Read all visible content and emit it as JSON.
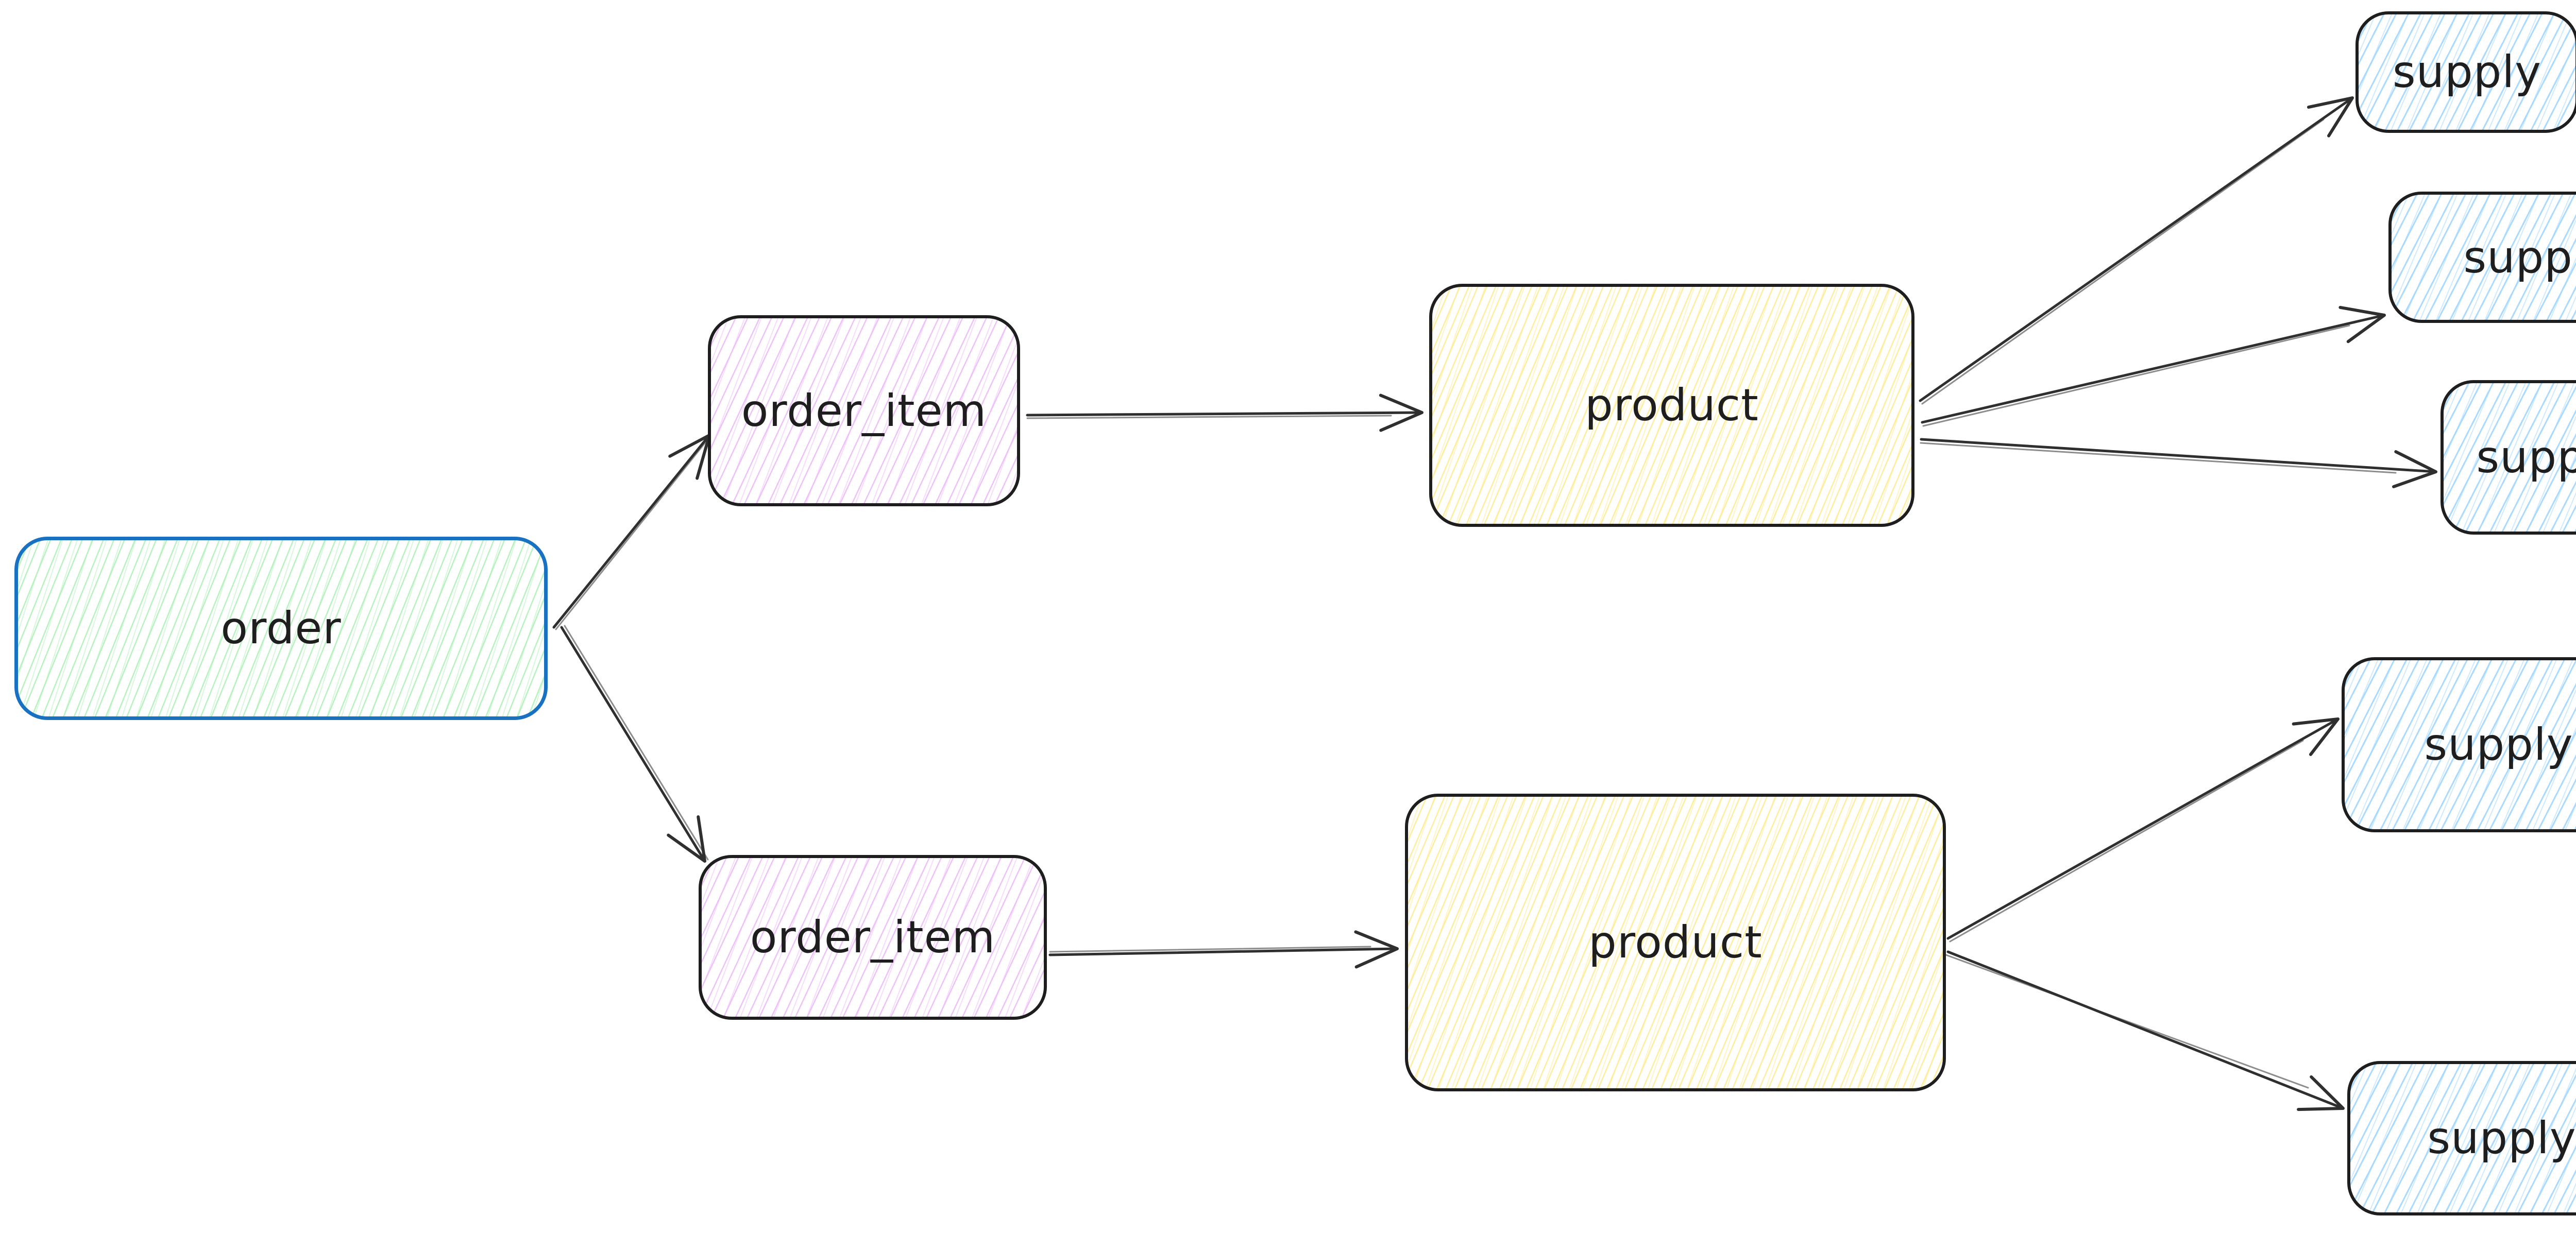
{
  "diagram": {
    "background": "#ffffff",
    "style": "hand-drawn hachure (excalidraw-like)",
    "nodes": {
      "order": {
        "label": "order",
        "stroke": "#1971c2",
        "hachure_fill": "#b2f2bb"
      },
      "order_item_1": {
        "label": "order_item",
        "stroke": "#1e1e1e",
        "hachure_fill": "#eebefa"
      },
      "order_item_2": {
        "label": "order_item",
        "stroke": "#1e1e1e",
        "hachure_fill": "#eebefa"
      },
      "product_1": {
        "label": "product",
        "stroke": "#1e1e1e",
        "hachure_fill": "#ffec99"
      },
      "product_2": {
        "label": "product",
        "stroke": "#1e1e1e",
        "hachure_fill": "#ffec99"
      },
      "supply_1": {
        "label": "supply",
        "stroke": "#1e1e1e",
        "hachure_fill": "#a5d8ff"
      },
      "supply_2": {
        "label": "supply",
        "stroke": "#1e1e1e",
        "hachure_fill": "#a5d8ff"
      },
      "supply_3": {
        "label": "supply",
        "stroke": "#1e1e1e",
        "hachure_fill": "#a5d8ff"
      },
      "supply_4": {
        "label": "supply",
        "stroke": "#1e1e1e",
        "hachure_fill": "#a5d8ff"
      },
      "supply_5": {
        "label": "supply",
        "stroke": "#1e1e1e",
        "hachure_fill": "#a5d8ff"
      }
    },
    "edges": [
      {
        "from": "order",
        "to": "order_item_1",
        "arrowhead": "open-v"
      },
      {
        "from": "order",
        "to": "order_item_2",
        "arrowhead": "open-v"
      },
      {
        "from": "order_item_1",
        "to": "product_1",
        "arrowhead": "open-v"
      },
      {
        "from": "order_item_2",
        "to": "product_2",
        "arrowhead": "open-v"
      },
      {
        "from": "product_1",
        "to": "supply_1",
        "arrowhead": "open-v"
      },
      {
        "from": "product_1",
        "to": "supply_2",
        "arrowhead": "open-v"
      },
      {
        "from": "product_1",
        "to": "supply_3",
        "arrowhead": "open-v"
      },
      {
        "from": "product_2",
        "to": "supply_4",
        "arrowhead": "open-v"
      },
      {
        "from": "product_2",
        "to": "supply_5",
        "arrowhead": "open-v"
      }
    ],
    "arrow_color": "#2f2f2f",
    "text_color": "#1e1e1e"
  }
}
